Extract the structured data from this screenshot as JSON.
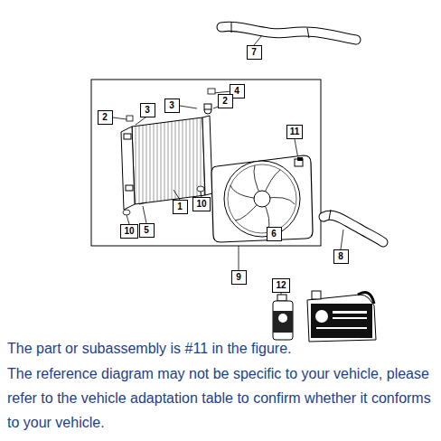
{
  "diagram": {
    "caption": "The part or subassembly is #11 in the figure.",
    "labels": [
      "7",
      "4",
      "2",
      "3",
      "2",
      "3",
      "11",
      "1",
      "10",
      "10",
      "5",
      "6",
      "8",
      "9",
      "12",
      "The reference diagram may not be specific to your vehicle, please refer to the vehicle adaptation table to confirm whether it conforms to your vehicle."
    ]
  }
}
